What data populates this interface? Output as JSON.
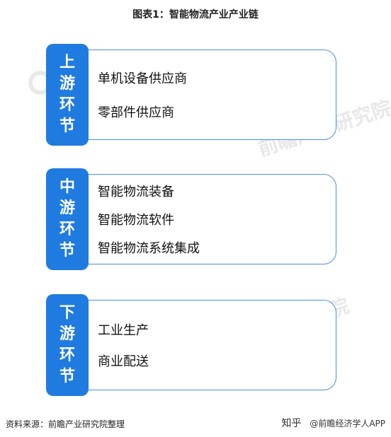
{
  "title": "图表1：智能物流产业产业链",
  "stages": [
    {
      "label_chars": [
        "上",
        "游",
        "环",
        "节"
      ],
      "items": [
        "单机设备供应商",
        "零部件供应商"
      ]
    },
    {
      "label_chars": [
        "中",
        "游",
        "环",
        "节"
      ],
      "items": [
        "智能物流装备",
        "智能物流软件",
        "智能物流系统集成"
      ]
    },
    {
      "label_chars": [
        "下",
        "游",
        "环",
        "节"
      ],
      "items": [
        "工业生产",
        "商业配送"
      ]
    }
  ],
  "watermark": "前瞻产业研究院",
  "footer": {
    "source": "资料来源：前瞻产业研究院整理",
    "brand_zhihu": "知乎",
    "brand_right": "@前瞻经济学人APP"
  },
  "colors": {
    "tab": "#1f7be0",
    "border": "#4a90e2"
  }
}
